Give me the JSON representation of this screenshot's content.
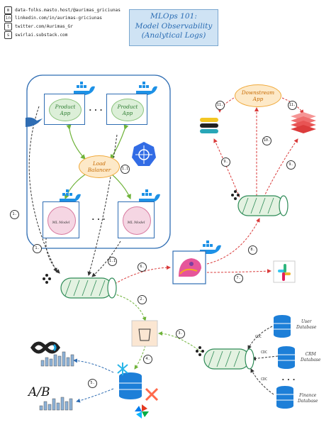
{
  "social": [
    {
      "icon": "mastodon-icon",
      "text": "data-folks.masto.host/@aurimas_griciunas"
    },
    {
      "icon": "linkedin-icon",
      "text": "linkedin.com/in/aurimas-griciunas"
    },
    {
      "icon": "twitter-icon",
      "text": "twitter.com/Aurimas_Gr"
    },
    {
      "icon": "substack-icon",
      "text": "swirlai.substack.com"
    }
  ],
  "title": {
    "line1": "MLOps 101:",
    "line2": "Model Observability",
    "line3": "(Analytical Logs)"
  },
  "product_app": {
    "line1": "Product",
    "line2": "App"
  },
  "load_balancer": {
    "line1": "Load",
    "line2": "Balancer"
  },
  "ml_model_label": "ML Model",
  "downstream_app": {
    "line1": "Downstream",
    "line2": "App"
  },
  "ellipsis": "...",
  "step_numbers": {
    "s1a": "1.",
    "s1b": "1.",
    "s1c": "1.1",
    "s1d": "1.1",
    "s2": "2.",
    "s3": "3.",
    "s4": "4.",
    "s5": "5.",
    "s6": "6.",
    "s7": "7.",
    "s8": "8.",
    "s9a": "9.",
    "s9b": "9.",
    "s10": "10.",
    "s11a": "11.",
    "s11b": "11."
  },
  "databases": {
    "user": {
      "line1": "User",
      "line2": "Database"
    },
    "crm": {
      "line1": "CRM",
      "line2": "Database"
    },
    "finance": {
      "line1": "Finance",
      "line2": "Database"
    }
  },
  "cdc_label": "CDC",
  "ab_label": "A/B",
  "colors": {
    "accent_blue": "#2f6db3",
    "kafka_green": "#2e8b57",
    "red_dashed": "#d93a3a",
    "black_dashed": "#333333"
  }
}
